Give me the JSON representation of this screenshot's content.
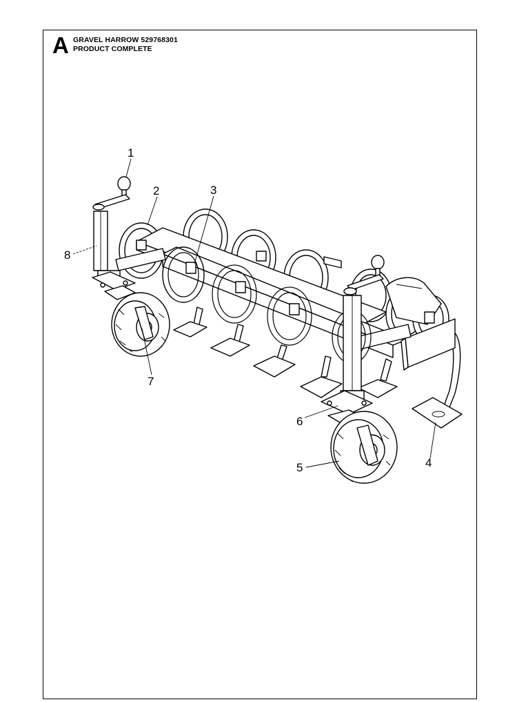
{
  "header": {
    "section_letter": "A",
    "title_line1": "GRAVEL HARROW 529768301",
    "title_line2": "PRODUCT COMPLETE"
  },
  "callouts": [
    {
      "id": "1",
      "label": "1"
    },
    {
      "id": "2",
      "label": "2"
    },
    {
      "id": "3",
      "label": "3"
    },
    {
      "id": "4",
      "label": "4"
    },
    {
      "id": "5",
      "label": "5"
    },
    {
      "id": "6",
      "label": "6"
    },
    {
      "id": "7",
      "label": "7"
    },
    {
      "id": "8",
      "label": "8"
    }
  ]
}
